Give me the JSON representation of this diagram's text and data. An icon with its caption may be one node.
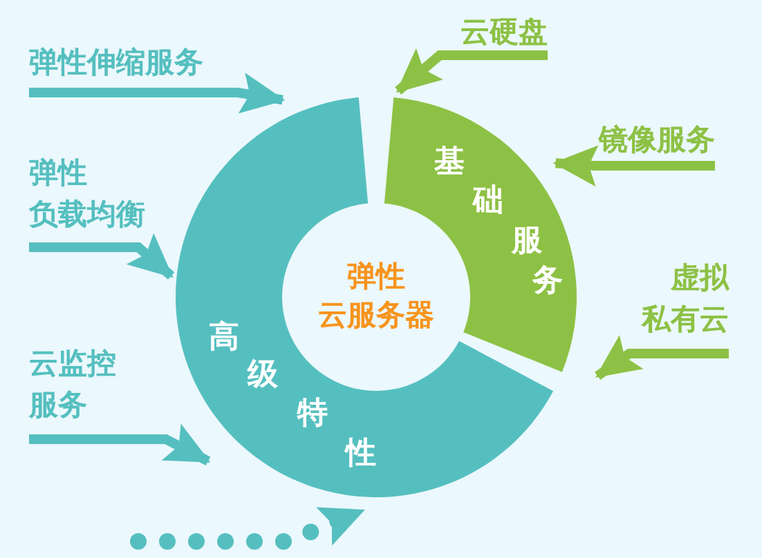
{
  "diagram": {
    "nodes": [
      {
        "text": [
          "弹性云服务器"
        ]
      },
      {
        "text": [
          "高级特性"
        ]
      },
      {
        "text": [
          "基础服务"
        ]
      },
      {
        "text": [
          "弹性伸缩服务"
        ]
      },
      {
        "text": [
          "弹性负载均衡"
        ]
      },
      {
        "text": [
          "云监控服务"
        ]
      },
      {
        "text": [
          "云硬盘"
        ]
      },
      {
        "text": [
          "镜像服务"
        ]
      },
      {
        "text": [
          "虚拟私有云"
        ]
      }
    ],
    "edges": [
      {
        "from": 3,
        "to": 1,
        "arrow": "to"
      },
      {
        "from": 4,
        "to": 1,
        "arrow": "to"
      },
      {
        "from": 5,
        "to": 1,
        "arrow": "to"
      },
      {
        "from": 6,
        "to": 2,
        "arrow": "to",
        "color": "#8dc145"
      },
      {
        "from": 7,
        "to": 2,
        "arrow": "to",
        "color": "#8dc145"
      },
      {
        "from": 8,
        "to": 2,
        "arrow": "to",
        "color": "#8dc145"
      },
      {
        "from": null,
        "to": 1,
        "arrow": "to",
        "style": "dashed"
      }
    ]
  }
}
